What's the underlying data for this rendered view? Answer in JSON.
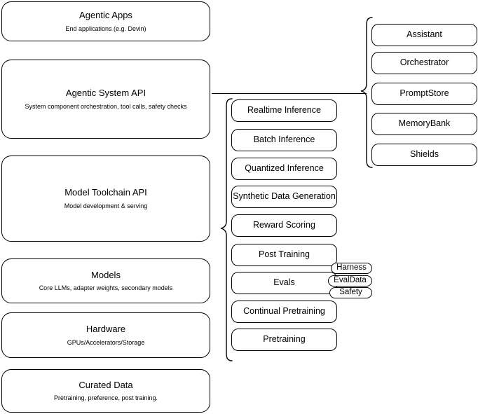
{
  "diagram": {
    "title": "AI stack layers",
    "line_color": "#000000",
    "background_color": "#ffffff"
  },
  "left_column": {
    "layers": [
      {
        "title": "Agentic Apps",
        "subtitle": "End applications (e.g. Devin)"
      },
      {
        "title": "Agentic System API",
        "subtitle": "System component orchestration, tool calls, safety checks"
      },
      {
        "title": "Model Toolchain API",
        "subtitle": "Model development & serving"
      },
      {
        "title": "Models",
        "subtitle": "Core LLMs, adapter weights, secondary models"
      },
      {
        "title": "Hardware",
        "subtitle": "GPUs/Accelerators/Storage"
      },
      {
        "title": "Curated Data",
        "subtitle": "Pretraining, preference, post training."
      }
    ]
  },
  "middle_column": {
    "items": [
      {
        "label": "Realtime Inference"
      },
      {
        "label": "Batch Inference"
      },
      {
        "label": "Quantized Inference"
      },
      {
        "label": "Synthetic Data Generation"
      },
      {
        "label": "Reward Scoring"
      },
      {
        "label": "Post Training"
      },
      {
        "label": "Evals"
      },
      {
        "label": "Continual Pretraining"
      },
      {
        "label": "Pretraining"
      }
    ],
    "evals_badges": [
      {
        "label": "Harness"
      },
      {
        "label": "EvalData"
      },
      {
        "label": "Safety"
      }
    ]
  },
  "right_column": {
    "items": [
      {
        "label": "Assistant"
      },
      {
        "label": "Orchestrator"
      },
      {
        "label": "PromptStore"
      },
      {
        "label": "MemoryBank"
      },
      {
        "label": "Shields"
      }
    ]
  }
}
